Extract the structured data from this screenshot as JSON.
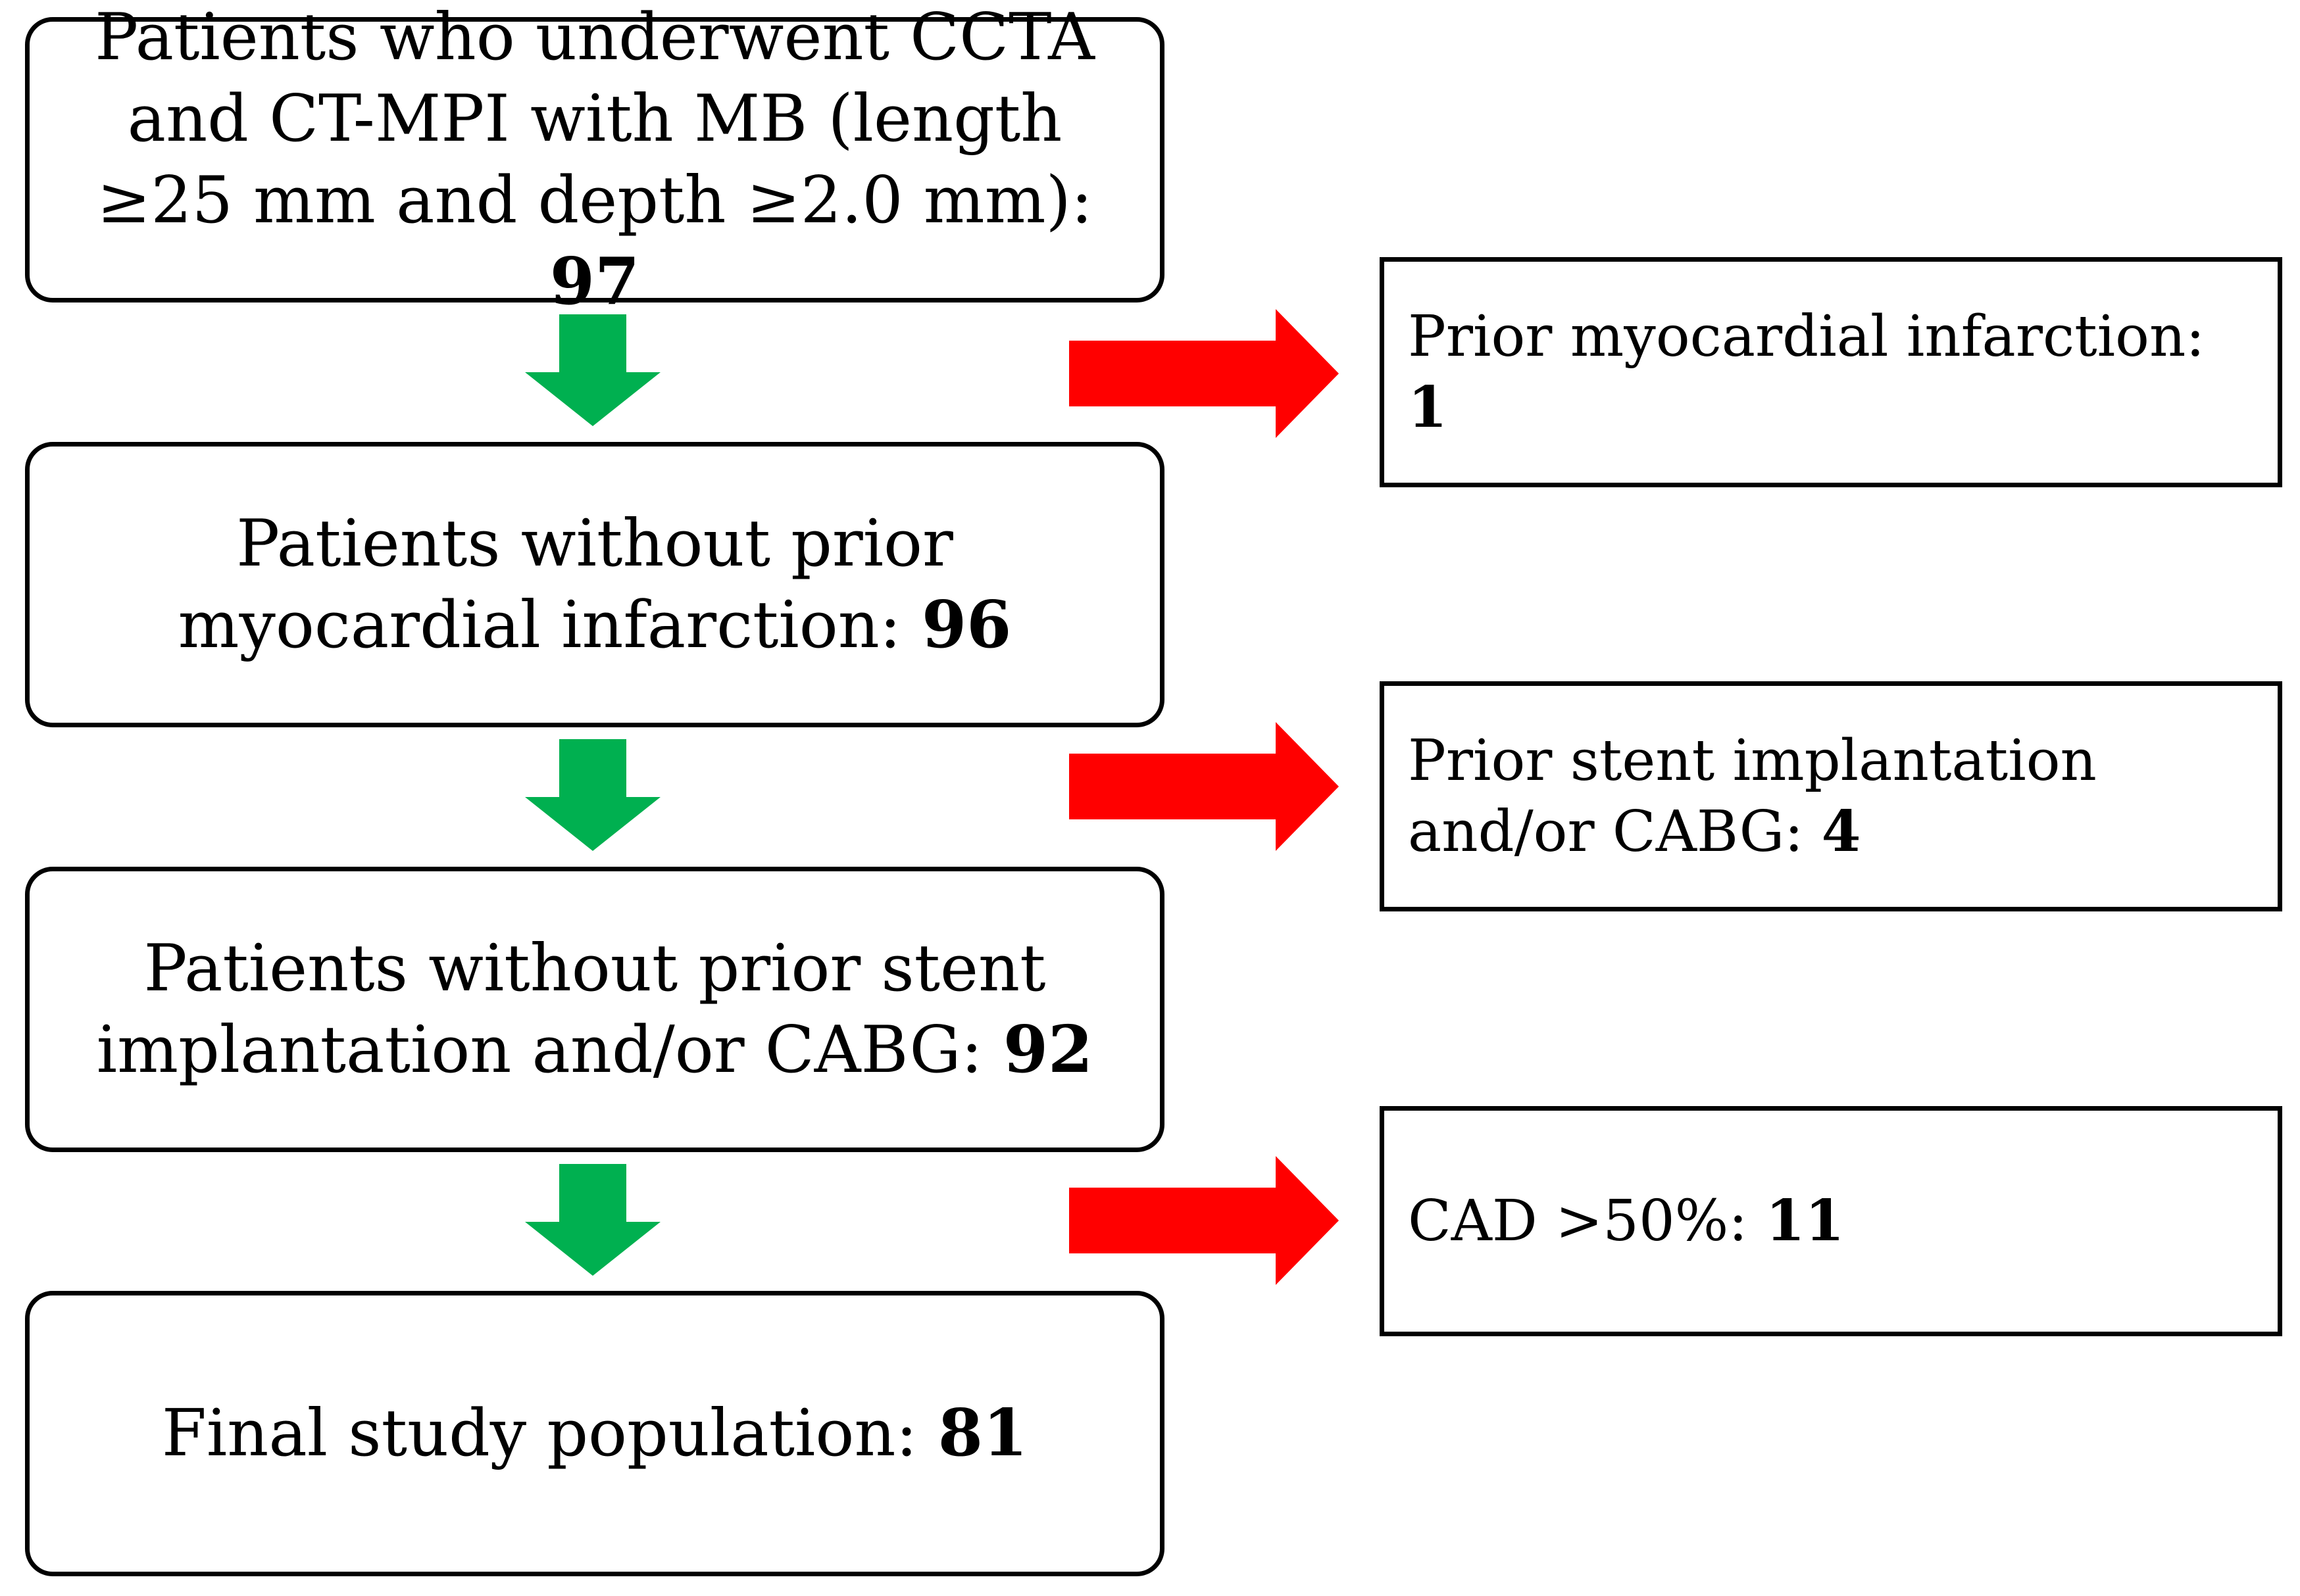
{
  "colors": {
    "down_arrow": "#00b050",
    "side_arrow": "#ff0000",
    "border": "#000000"
  },
  "steps": [
    {
      "label": "Patients who underwent CCTA and CT-MPI with MB (length ≥25 mm and depth ≥2.0 mm): ",
      "count": "97"
    },
    {
      "label": "Patients without prior myocardial infarction: ",
      "count": "96"
    },
    {
      "label": "Patients without prior stent implantation and/or CABG: ",
      "count": "92"
    },
    {
      "label": "Final study population: ",
      "count": "81"
    }
  ],
  "exclusions": [
    {
      "label": "Prior myocardial infarction: ",
      "count": "1"
    },
    {
      "label": "Prior stent implantation and/or CABG: ",
      "count": "4"
    },
    {
      "label": "CAD >50%: ",
      "count": "11"
    }
  ]
}
